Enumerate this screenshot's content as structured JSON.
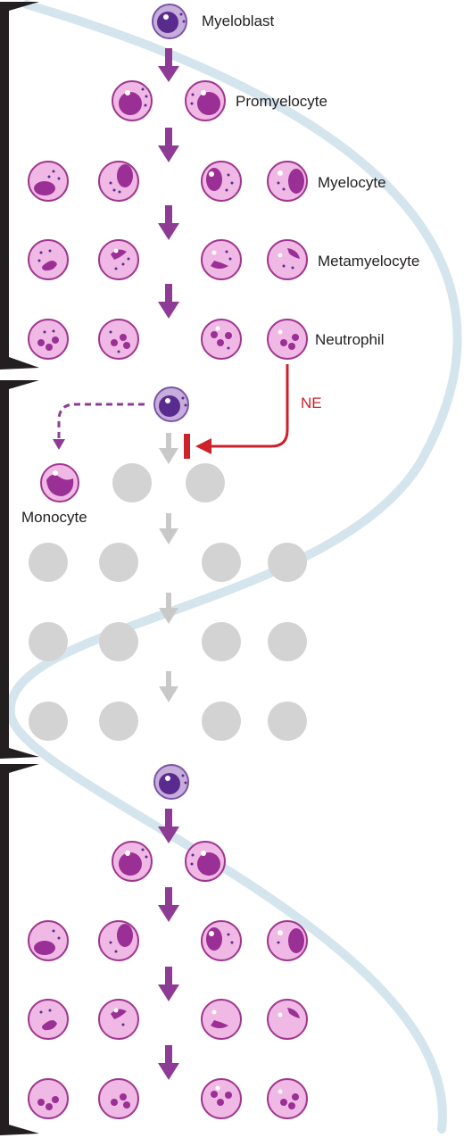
{
  "labels": {
    "myeloblast": "Myeloblast",
    "promyelocyte": "Promyelocyte",
    "myelocyte": "Myelocyte",
    "metamyelocyte": "Metamyelocyte",
    "neutrophil": "Neutrophil",
    "ne": "NE",
    "monocyte": "Monocyte"
  },
  "colors": {
    "purple_arrow": "#8e3b96",
    "grey_arrow": "#c9c9c9",
    "ne_red": "#cc2229",
    "cell_fill": "#f0b8e4",
    "cell_stroke": "#a0378f",
    "nucleus": "#9a2f95",
    "blast_fill": "#c7addb",
    "blast_stroke": "#7a55a8",
    "blast_nucleus": "#5a2b8e",
    "ghost_cell": "#d3d3d3",
    "wave": "#d4e5ee",
    "bracket": "#231f20"
  },
  "icons": {
    "cell": "myeloid-cell-icon",
    "ghost": "depleted-cell-icon",
    "arrow": "arrow-down-icon",
    "inhibition": "inhibition-bar-icon"
  }
}
